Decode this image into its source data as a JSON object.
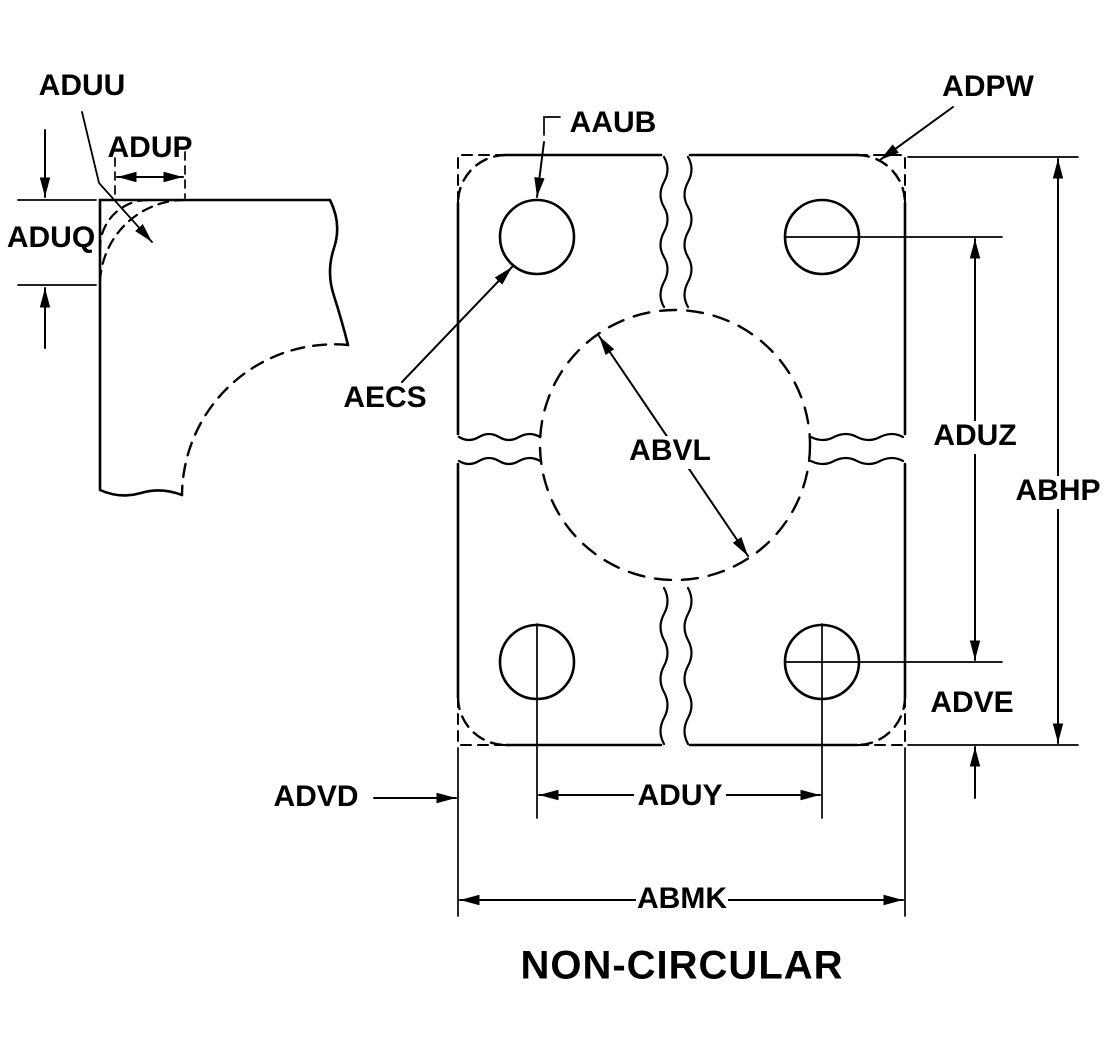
{
  "figure": {
    "title": "NON-CIRCULAR",
    "type": "dimensioned engineering line drawing of a non-circular flange plate with corner detail view",
    "callouts": {
      "aduu": "ADUU",
      "adup": "ADUP",
      "aduq": "ADUQ",
      "aaub": "AAUB",
      "adpw": "ADPW",
      "aecs": "AECS",
      "abvl": "ABVL",
      "aduz": "ADUZ",
      "abhp": "ABHP",
      "adve": "ADVE",
      "advd": "ADVD",
      "aduy": "ADUY",
      "abmk": "ABMK"
    }
  },
  "colors": {
    "line": "#000000",
    "background": "#ffffff"
  }
}
